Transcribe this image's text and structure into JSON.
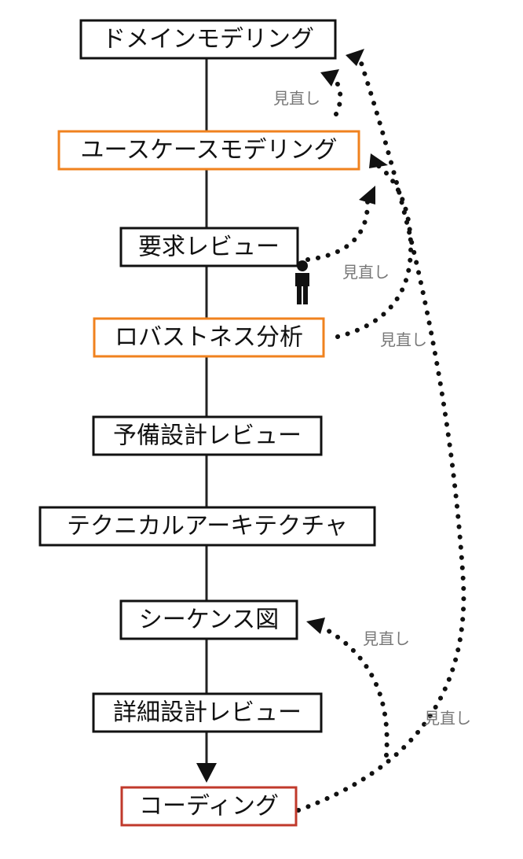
{
  "steps": [
    {
      "label": "ドメインモデリング",
      "border": "black"
    },
    {
      "label": "ユースケースモデリング",
      "border": "orange"
    },
    {
      "label": "要求レビュー",
      "border": "black"
    },
    {
      "label": "ロバストネス分析",
      "border": "orange"
    },
    {
      "label": "予備設計レビュー",
      "border": "black"
    },
    {
      "label": "テクニカルアーキテクチャ",
      "border": "black"
    },
    {
      "label": "シーケンス図",
      "border": "black"
    },
    {
      "label": "詳細設計レビュー",
      "border": "black"
    },
    {
      "label": "コーディング",
      "border": "red"
    }
  ],
  "review_label": "見直し",
  "icons": {
    "person": "person-icon"
  },
  "colors": {
    "black": "#111111",
    "orange": "#f0821e",
    "red": "#c0392b",
    "note": "#777777"
  }
}
